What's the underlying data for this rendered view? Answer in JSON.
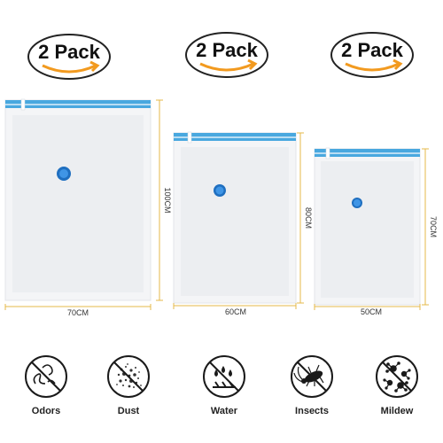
{
  "badges": [
    {
      "text": "2 Pack"
    },
    {
      "text": "2 Pack"
    },
    {
      "text": "2 Pack"
    }
  ],
  "bags": [
    {
      "width_label": "70CM",
      "height_label": "100CM"
    },
    {
      "width_label": "60CM",
      "height_label": "80CM"
    },
    {
      "width_label": "50CM",
      "height_label": "70CM"
    }
  ],
  "features": [
    {
      "label": "Odors",
      "icon": "odor-icon"
    },
    {
      "label": "Dust",
      "icon": "dust-icon"
    },
    {
      "label": "Water",
      "icon": "water-icon"
    },
    {
      "label": "Insects",
      "icon": "insect-icon"
    },
    {
      "label": "Mildew",
      "icon": "mildew-icon"
    }
  ],
  "colors": {
    "zipper": "#49a8df",
    "valve": "#1f6fc0",
    "dimension_line": "#e6b84a",
    "smile_arrow": "#f29a1f"
  }
}
